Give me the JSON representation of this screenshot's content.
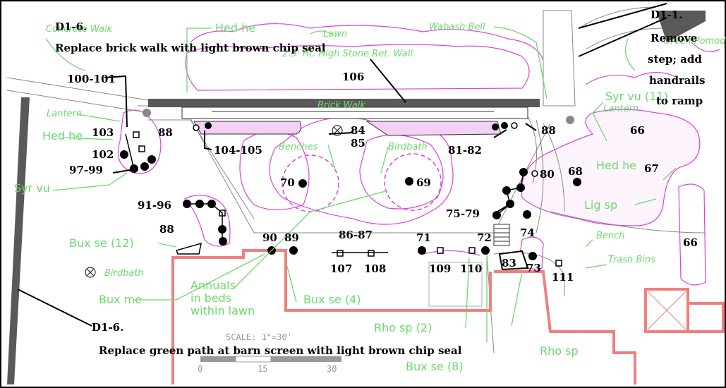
{
  "notes": {
    "n1_id": "D1-6.",
    "n1_text": "Replace brick walk with light brown chip seal",
    "n2_id": "D1-1.",
    "n2_lines": [
      "Remove",
      "step; add",
      "handrails",
      "to ramp"
    ],
    "n3_id": "D1-6.",
    "n3_text": "Replace green path at barn screen with light brown chip seal"
  },
  "plant_labels": {
    "concrete_walk": "Concrete Walk",
    "hed_he_top": "Hed he",
    "lawn": "Lawn",
    "stone_wall": "2.5' Ht. High Stone Ret. Wall",
    "wabash_bell": "Wabash Bell",
    "green_path": "Green Pomodoro Path",
    "lantern_left": "Lantern",
    "hed_he_left": "Hed he",
    "syr_vu_left": "Syr vu",
    "brick_walk": "Brick Walk",
    "benches": "Benches",
    "birdbath_center": "Birdbath",
    "syr_vu_right": "Syr vu (11)",
    "lantern_right": "Lantern",
    "hed_he_right": "Hed he",
    "lig_sp": "Lig sp",
    "bench_right": "Bench",
    "trash_bins": "Trash Bins",
    "bux_se_12": "Bux se (12)",
    "birdbath_left": "Birdbath",
    "bux_me": "Bux me",
    "annuals": [
      "Annuals",
      "in beds",
      "within lawn"
    ],
    "bux_se_4": "Bux se (4)",
    "rho_sp_2": "Rho sp (2)",
    "rho_sp": "Rho sp",
    "bux_se_8": "Bux se (8)"
  },
  "numbers": {
    "n106": "106",
    "n100_101": "100-101",
    "n103": "103",
    "n102": "102",
    "n97_99": "97-99",
    "n88a": "88",
    "n104_105": "104-105",
    "n84": "84",
    "n85": "85",
    "n81_82": "81-82",
    "n88b": "88",
    "n66a": "66",
    "n67": "67",
    "n68": "68",
    "n80": "80",
    "n70": "70",
    "n69": "69",
    "n75_79": "75-79",
    "n74": "74",
    "n66b": "66",
    "n91_96": "91-96",
    "n88c": "88",
    "n90": "90",
    "n89": "89",
    "n86_87": "86-87",
    "n71": "71",
    "n72": "72",
    "n107": "107",
    "n108": "108",
    "n109": "109",
    "n110": "110",
    "n83": "83",
    "n73": "73",
    "n111": "111"
  },
  "scale": {
    "label": "SCALE: 1\"=30'",
    "ticks": [
      "0",
      "15",
      "30"
    ]
  },
  "colors": {
    "green": "#6cd96c",
    "magenta": "#e040e0",
    "salmon": "#f08080",
    "wall": "#595959"
  }
}
